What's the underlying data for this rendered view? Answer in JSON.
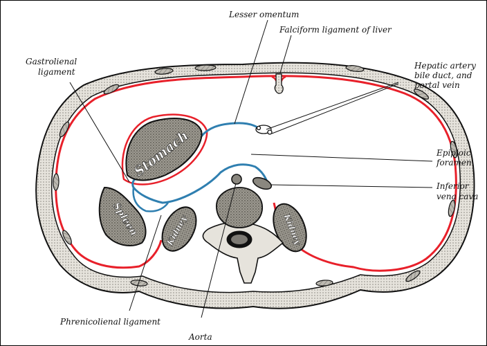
{
  "labels": {
    "lesser_omentum": "Lesser omentum",
    "falciform": "Falciform ligament of liver",
    "gastrolienal_1": "Gastrolienal",
    "gastrolienal_2": "ligament",
    "hepatic_1": "Hepatic artery",
    "hepatic_2": "bile duct, and",
    "hepatic_3": "portal vein",
    "epiploic_1": "Epiploic",
    "epiploic_2": "foramen",
    "ivc_1": "Inferior",
    "ivc_2": "vena cava",
    "phrenicolienal": "Phrenicolienal ligament",
    "aorta": "Aorta"
  },
  "organs": {
    "stomach": "Stomach",
    "spleen": "Spleen",
    "kidney_left": "Kidney",
    "kidney_right": "Kidney"
  },
  "colors": {
    "peritoneum": "#e8202a",
    "lesser_sac": "#2f7fb0",
    "ink": "#111111",
    "wall": "#d9d6cf"
  }
}
